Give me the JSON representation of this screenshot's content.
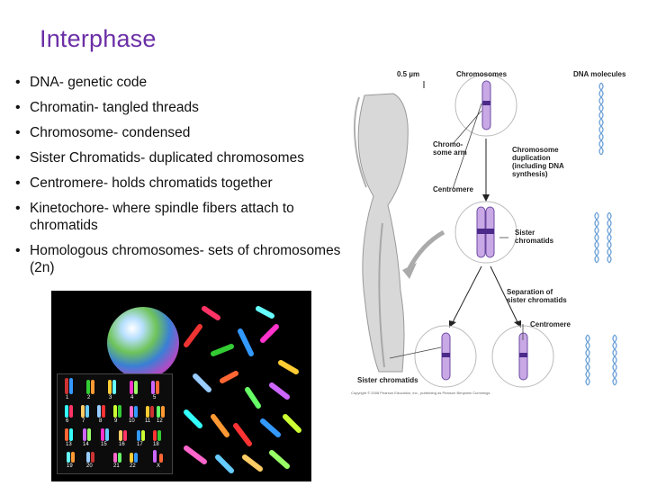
{
  "slide": {
    "title": "Interphase",
    "bullets": [
      "DNA- genetic code",
      "Chromatin- tangled threads",
      "Chromosome- condensed",
      "Sister Chromatids- duplicated chromosomes",
      "Centromere- holds chromatids together",
      "Kinetochore- where spindle fibers attach to chromatids",
      "Homologous chromosomes- sets of chromosomes (2n)"
    ]
  },
  "diagram": {
    "scale_label": "0.5 µm",
    "chromosomes_label": "Chromosomes",
    "dna_molecules_label": "DNA molecules",
    "chromosome_arm_label": "Chromo-\nsome arm",
    "centromere_label": "Centromere",
    "duplication_label": "Chromosome\nduplication\n(including DNA\nsynthesis)",
    "sister_chromatids_label": "Sister\nchromatids",
    "separation_label": "Separation of\nsister chromatids",
    "centromere_label_2": "Centromere",
    "sister_chromatids_bottom_label": "Sister chromatids",
    "copyright": "Copyright © 2008 Pearson Education, Inc., publishing as Pearson Benjamin Cummings."
  },
  "karyotype": {
    "numbers": [
      "1",
      "2",
      "3",
      "4",
      "5",
      "6",
      "7",
      "8",
      "9",
      "10",
      "11",
      "12",
      "13",
      "14",
      "15",
      "16",
      "17",
      "18",
      "19",
      "20",
      "21",
      "22",
      "X"
    ]
  },
  "colors": {
    "title": "#6b2fa6",
    "chromosome_fill": "#c9a8e6",
    "centromere": "#4b2a8a"
  }
}
